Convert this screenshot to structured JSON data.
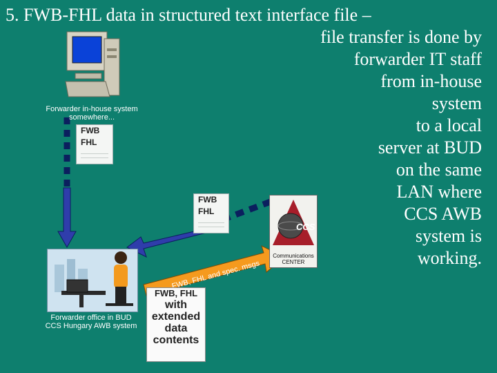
{
  "title": {
    "line1": "5. FWB-FHL data in structured text interface file –",
    "lines": [
      "file transfer is done by",
      "forwarder IT staff",
      "from in-house",
      "system",
      "to a local",
      "server at BUD",
      "on the same",
      "LAN where",
      "CCS AWB",
      "system is",
      "working."
    ]
  },
  "labels": {
    "inhouse": "Forwarder in-house system somewhere...",
    "office_line1": "Forwarder office in BUD",
    "office_line2": "CCS Hungary AWB system",
    "comm_line1": "Communications",
    "comm_line2": "CENTER",
    "ccs_logo": "CCS"
  },
  "documents": {
    "doc1_line1": "FWB",
    "doc1_line2": "FHL",
    "doc2_line1": "FWB",
    "doc2_line2": "FHL",
    "ext_line1": "FWB, FHL",
    "ext_line2": "with",
    "ext_line3": "extended",
    "ext_line4": "data",
    "ext_line5": "contents"
  },
  "arrow_text": "FWB, FHL and spec. msgs",
  "colors": {
    "background": "#0e7f6e",
    "arrow_blue": "#2f3dab",
    "arrow_orange": "#f59a1e",
    "dash": "#0b1f5e"
  }
}
